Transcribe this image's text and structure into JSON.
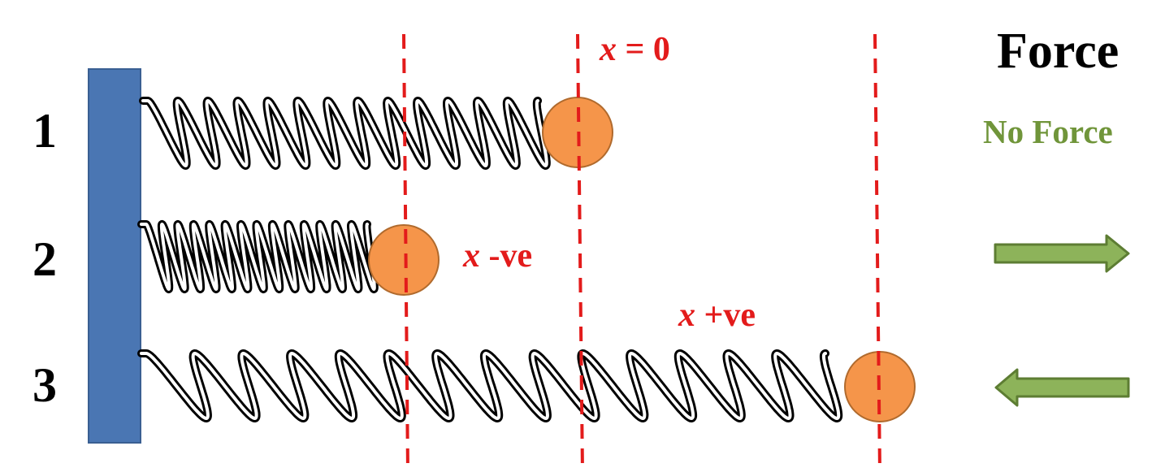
{
  "rows": [
    {
      "label": "1"
    },
    {
      "label": "2"
    },
    {
      "label": "3"
    }
  ],
  "labels": {
    "x_symbol": "x",
    "zero_suffix": " = 0",
    "neg_suffix": " -ve",
    "pos_suffix": " +ve"
  },
  "force": {
    "title": "Force",
    "row1": "No Force",
    "row2_arrow": "right-arrow-icon",
    "row3_arrow": "left-arrow-icon"
  },
  "colors": {
    "wall": "#4a76b3",
    "mass": "#f5954a",
    "reference_lines": "#e31b1b",
    "force_arrows": "#8db35a",
    "no_force_text": "#70953a"
  }
}
